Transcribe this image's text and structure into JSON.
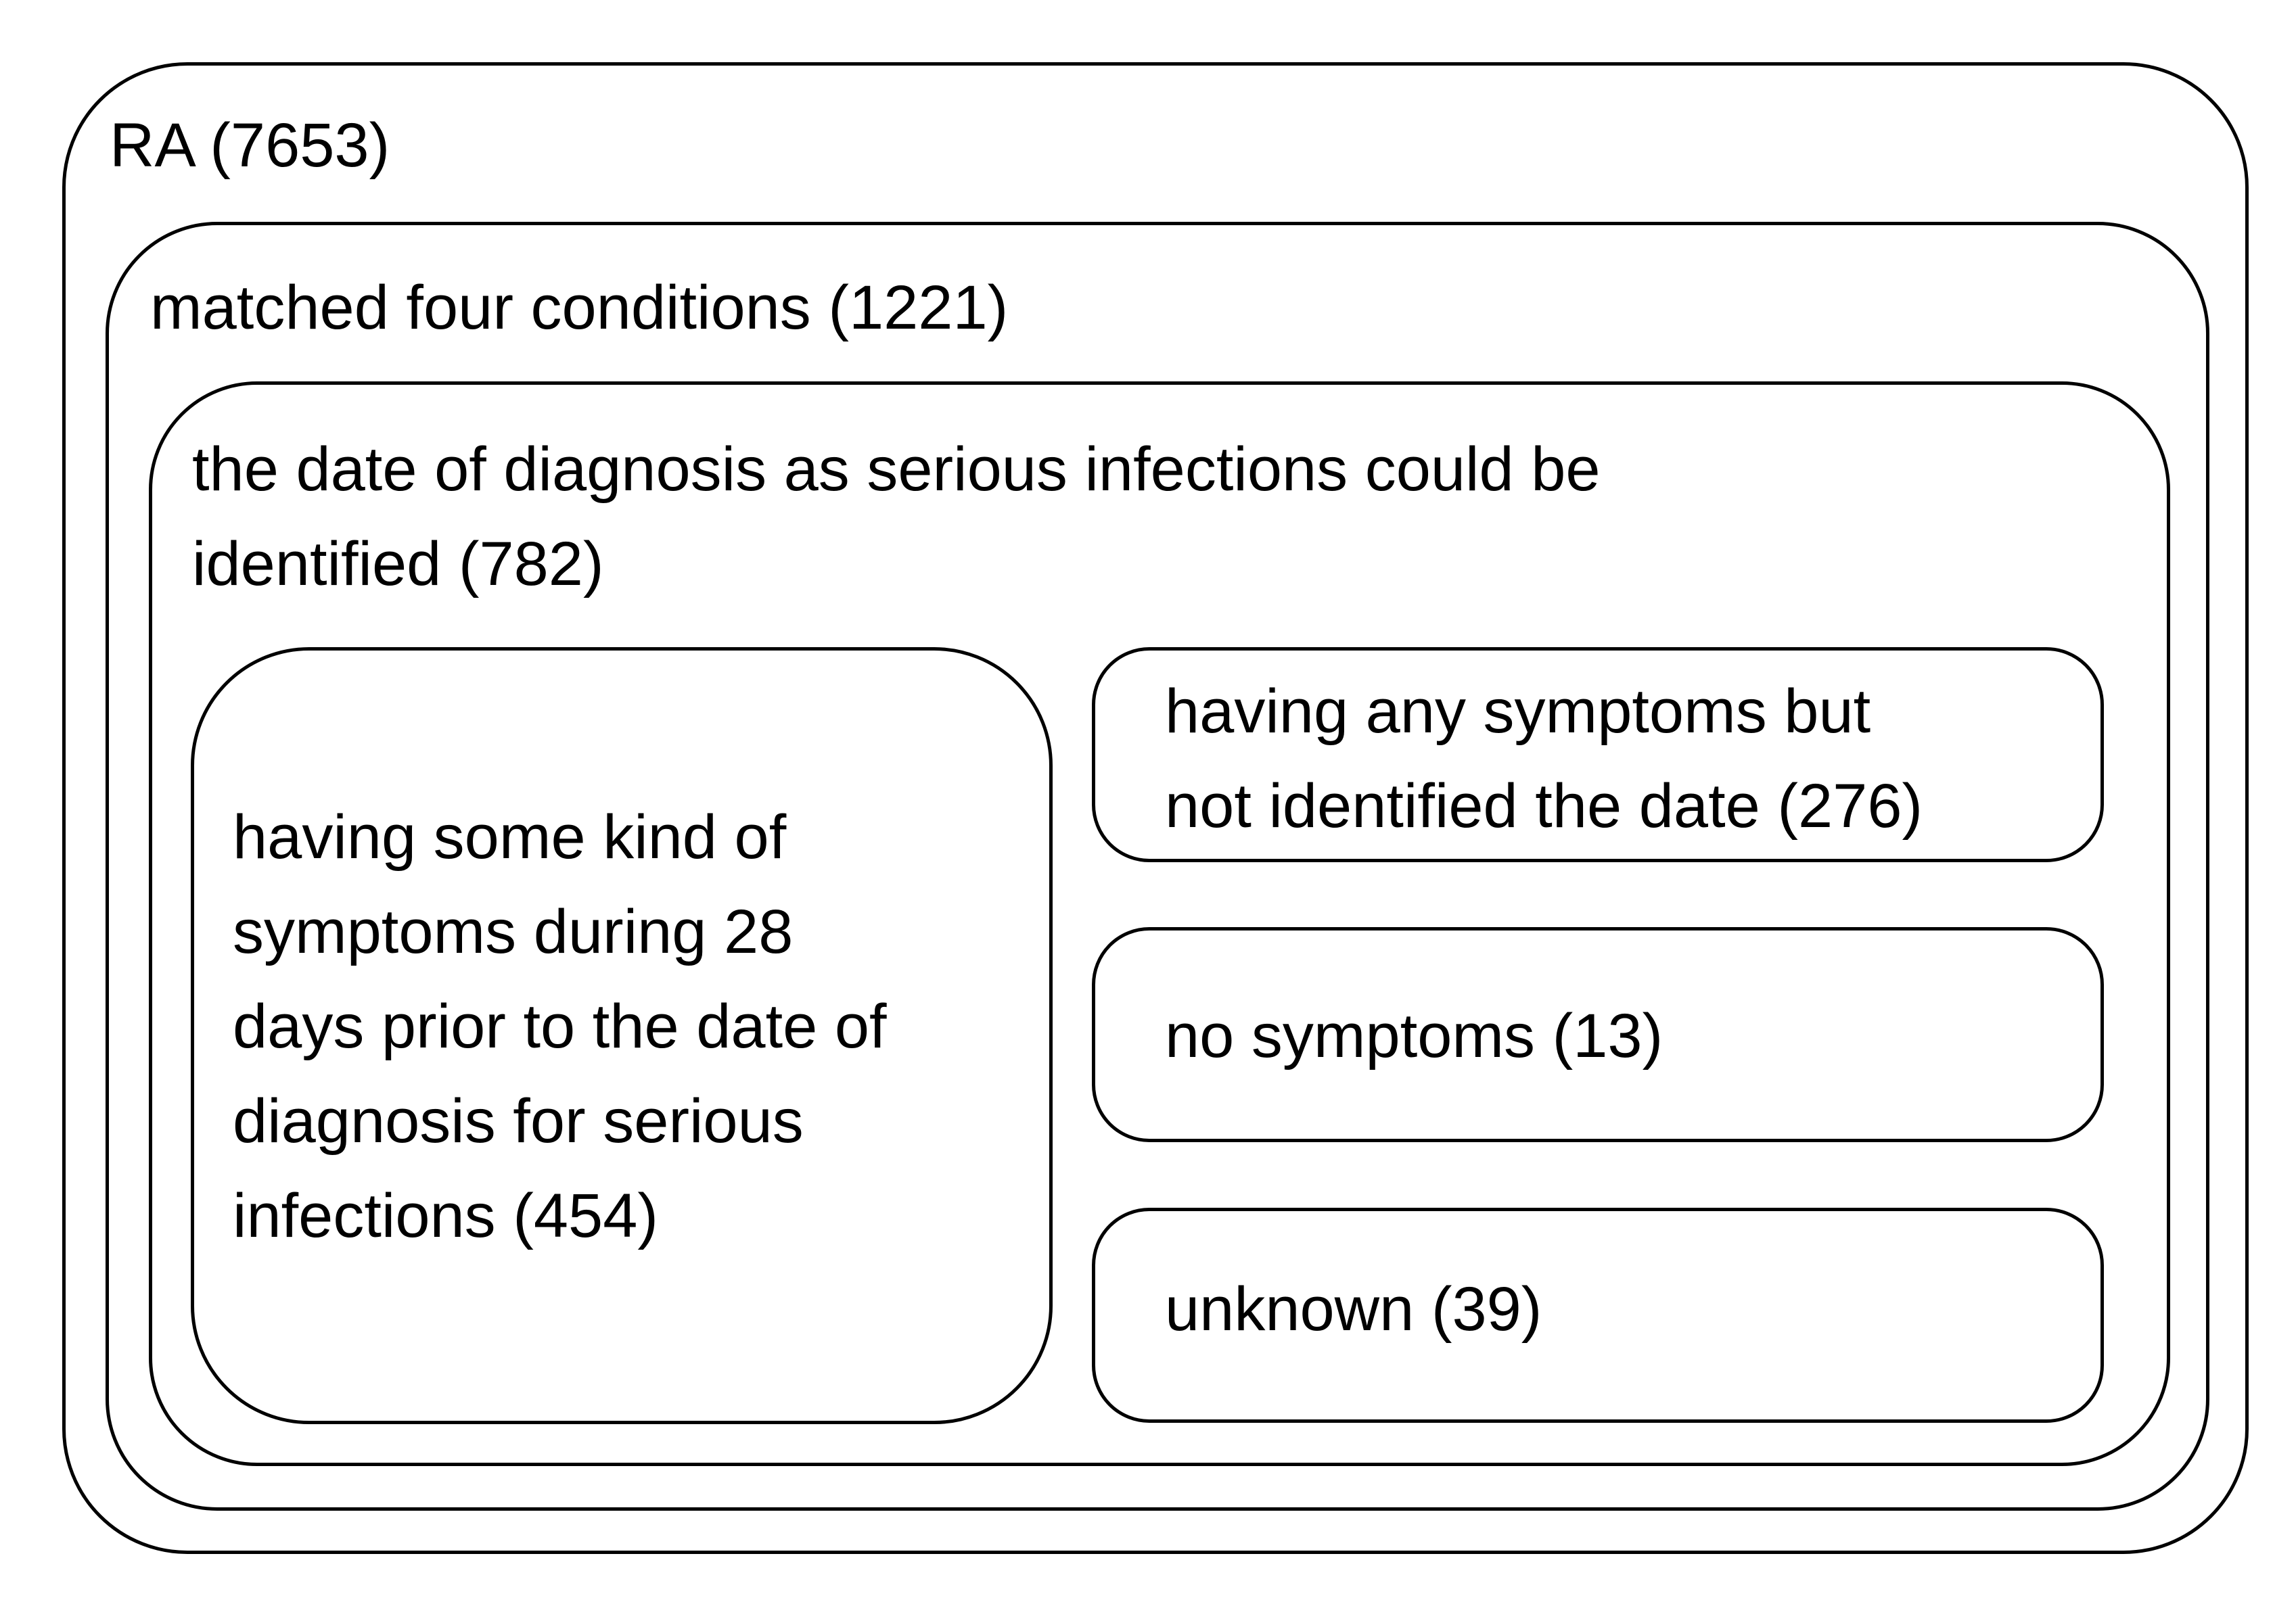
{
  "diagram": {
    "ra": {
      "label": "RA (7653)"
    },
    "matched": {
      "label": "matched four conditions (1221)"
    },
    "identified": {
      "label_line1": "the date of diagnosis as serious infections could be",
      "label_line2": "identified (782)"
    },
    "symptoms_28": {
      "lines": [
        "having some kind of",
        "symptoms during 28",
        "days prior to the date of",
        "diagnosis for serious",
        "infections (454)"
      ]
    },
    "any_symptoms": {
      "line1": "having any symptoms but",
      "line2": "not identified the date (276)"
    },
    "no_symptoms": {
      "label": "no symptoms (13)"
    },
    "unknown": {
      "label": "unknown (39)"
    }
  }
}
